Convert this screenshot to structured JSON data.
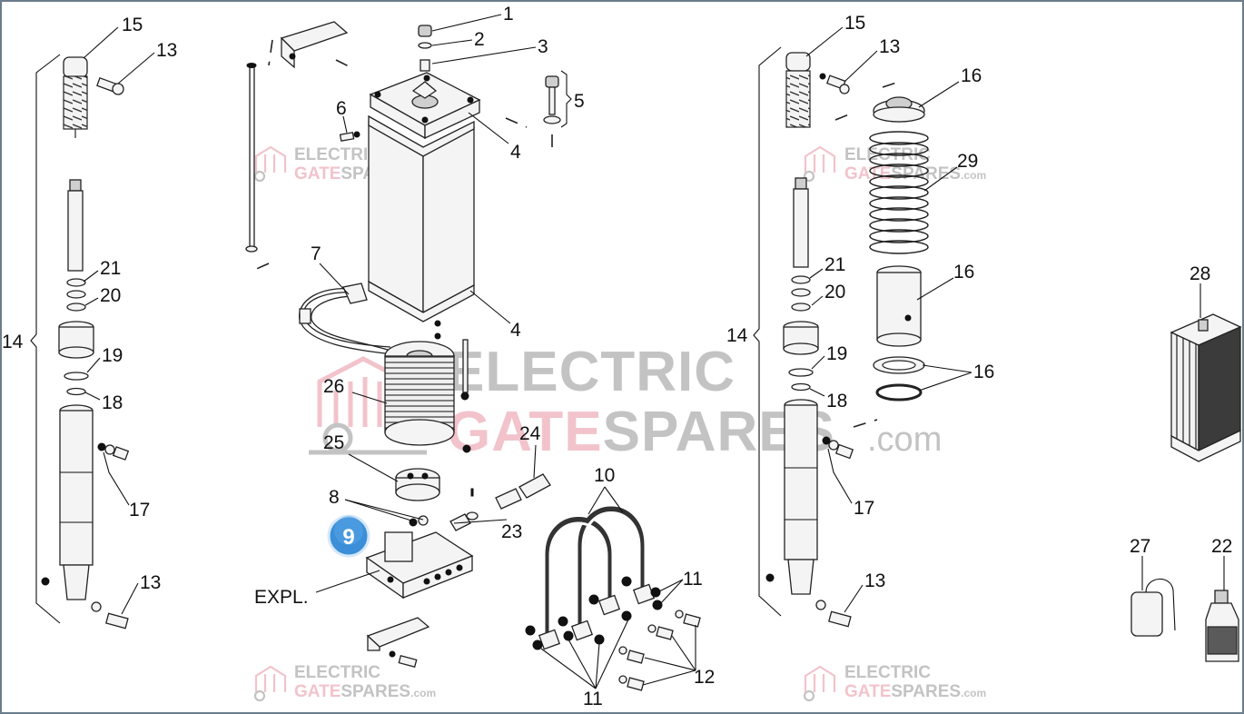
{
  "colors": {
    "watermark_grey": "#b9b9b9",
    "watermark_pink": "#f0b9c3",
    "badge_blue": "#3a8fd8",
    "frame": "#6b7c8a"
  },
  "watermark": {
    "line1": "ELECTRIC",
    "line2_a": "GATE",
    "line2_b": "SPARES",
    "suffix": ".com"
  },
  "badge": {
    "value": "9"
  },
  "labels": {
    "l15_left": "15",
    "l13_left_top": "13",
    "l14_left": "14",
    "l21_left": "21",
    "l20_left": "20",
    "l19_left": "19",
    "l18_left": "18",
    "l17_left": "17",
    "l13_left_bottom": "13",
    "l1": "1",
    "l2": "2",
    "l3": "3",
    "l5": "5",
    "l6": "6",
    "l4_top": "4",
    "l7": "7",
    "l4_bottom": "4",
    "l26": "26",
    "l25": "25",
    "l24": "24",
    "l8": "8",
    "l23": "23",
    "expl": "EXPL.",
    "l10": "10",
    "l11_right": "11",
    "l12": "12",
    "l11_bottom": "11",
    "l15_right": "15",
    "l13_right_top": "13",
    "l16_top": "16",
    "l29": "29",
    "l16_mid": "16",
    "l16_bottom": "16",
    "l21_right": "21",
    "l20_right": "20",
    "l14_right": "14",
    "l19_right": "19",
    "l18_right": "18",
    "l17_right": "17",
    "l13_right_bottom": "13",
    "l28": "28",
    "l27": "27",
    "l22": "22"
  }
}
